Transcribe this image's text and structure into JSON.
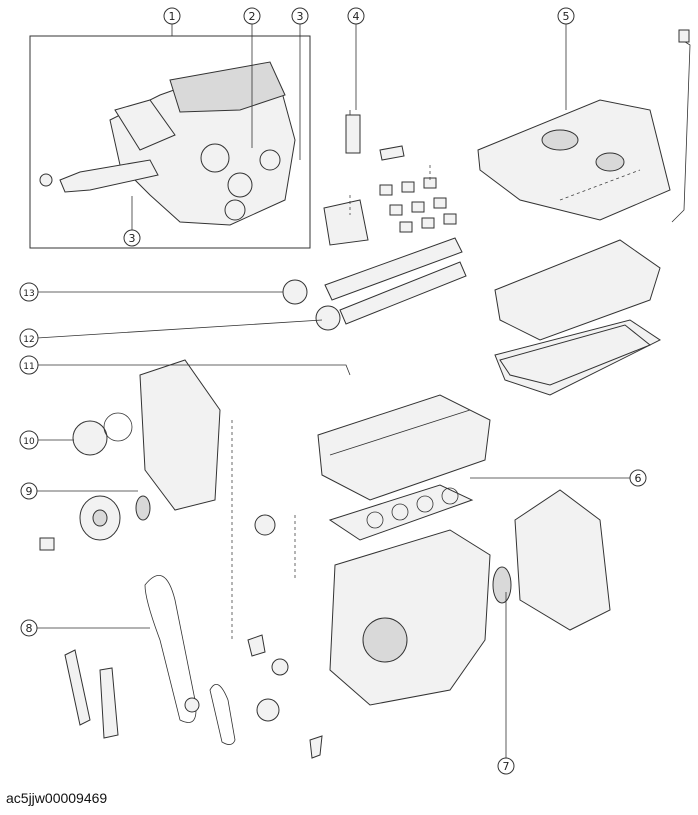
{
  "callouts": [
    {
      "id": "c1",
      "number": "1"
    },
    {
      "id": "c2",
      "number": "2"
    },
    {
      "id": "c3a",
      "number": "3"
    },
    {
      "id": "c3b",
      "number": "3"
    },
    {
      "id": "c4",
      "number": "4"
    },
    {
      "id": "c5",
      "number": "5"
    },
    {
      "id": "c6",
      "number": "6"
    },
    {
      "id": "c7",
      "number": "7"
    },
    {
      "id": "c8",
      "number": "8"
    },
    {
      "id": "c9",
      "number": "9"
    },
    {
      "id": "c10",
      "number": "10"
    },
    {
      "id": "c11",
      "number": "11"
    },
    {
      "id": "c12",
      "number": "12"
    },
    {
      "id": "c13",
      "number": "13"
    }
  ],
  "figure_code": "ac5jjw00009469"
}
